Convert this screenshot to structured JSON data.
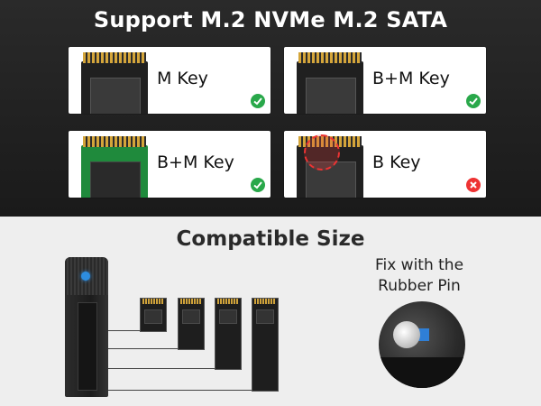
{
  "top": {
    "title": "Support  M.2 NVMe M.2 SATA",
    "cards": [
      {
        "label": "M Key",
        "status": "check-icon",
        "pcb": "black"
      },
      {
        "label": "B+M Key",
        "status": "check-icon",
        "pcb": "black"
      },
      {
        "label": "B+M Key",
        "status": "check-icon",
        "pcb": "green"
      },
      {
        "label": "B Key",
        "status": "cross-icon",
        "pcb": "black"
      }
    ],
    "colors": {
      "ok": "#29a84a",
      "no": "#e33333"
    }
  },
  "bottom": {
    "title": "Compatible Size",
    "pin_note_line1": "Fix with the",
    "pin_note_line2": "Rubber Pin"
  }
}
